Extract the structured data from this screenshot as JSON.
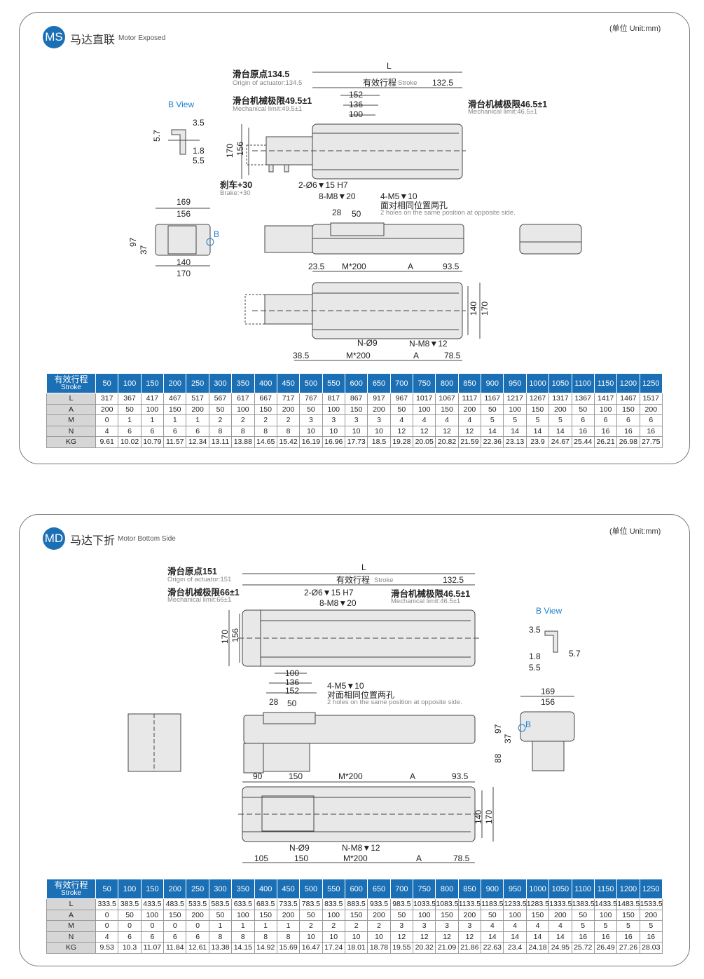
{
  "ms": {
    "badge": "MS",
    "title_cn": "马达直联",
    "title_en": "Motor Exposed",
    "unit": "(单位 Unit:mm)",
    "labels": {
      "L": "L",
      "origin_cn": "滑台原点134.5",
      "origin_en": "Origin of actuator:134.5",
      "stroke_cn": "有效行程",
      "stroke_en": "Stroke",
      "d132_5": "132.5",
      "d152": "152",
      "d136": "136",
      "d100": "100",
      "mech_l_cn": "滑台机械极限49.5±1",
      "mech_l_en": "Mechanical limit:49.5±1",
      "mech_r_cn": "滑台机械极限46.5±1",
      "mech_r_en": "Mechanical limit:46.5±1",
      "bview": "B View",
      "b3_5": "3.5",
      "b5_7": "5.7",
      "b1_8": "1.8",
      "b5_5": "5.5",
      "h170": "170",
      "h156": "156",
      "brake_cn": "刹车+30",
      "brake_en": "Brake:+30",
      "pin": "2-Ø6▼15 H7",
      "m8": "8-M8▼20",
      "m5": "4-M5▼10",
      "opp_cn": "面对相同位置两孔",
      "opp_en": "2 holes on the same position at opposite side.",
      "d28": "28",
      "d50": "50",
      "e169": "169",
      "e156": "156",
      "e97": "97",
      "e37": "37",
      "e140": "140",
      "e170": "170",
      "eB": "B",
      "t23_5": "23.5",
      "tM200": "M*200",
      "tA": "A",
      "t93_5": "93.5",
      "s140": "140",
      "s170": "170",
      "n9": "N-Ø9",
      "nm8": "N-M8▼12",
      "b38_5": "38.5",
      "bM200": "M*200",
      "bA": "A",
      "b78_5": "78.5"
    },
    "table": {
      "header_cn": "有效行程",
      "header_en": "Stroke",
      "strokes": [
        "50",
        "100",
        "150",
        "200",
        "250",
        "300",
        "350",
        "400",
        "450",
        "500",
        "550",
        "600",
        "650",
        "700",
        "750",
        "800",
        "850",
        "900",
        "950",
        "1000",
        "1050",
        "1100",
        "1150",
        "1200",
        "1250"
      ],
      "rows": [
        {
          "label": "L",
          "values": [
            "317",
            "367",
            "417",
            "467",
            "517",
            "567",
            "617",
            "667",
            "717",
            "767",
            "817",
            "867",
            "917",
            "967",
            "1017",
            "1067",
            "1117",
            "1167",
            "1217",
            "1267",
            "1317",
            "1367",
            "1417",
            "1467",
            "1517"
          ]
        },
        {
          "label": "A",
          "values": [
            "200",
            "50",
            "100",
            "150",
            "200",
            "50",
            "100",
            "150",
            "200",
            "50",
            "100",
            "150",
            "200",
            "50",
            "100",
            "150",
            "200",
            "50",
            "100",
            "150",
            "200",
            "50",
            "100",
            "150",
            "200"
          ]
        },
        {
          "label": "M",
          "values": [
            "0",
            "1",
            "1",
            "1",
            "1",
            "2",
            "2",
            "2",
            "2",
            "3",
            "3",
            "3",
            "3",
            "4",
            "4",
            "4",
            "4",
            "5",
            "5",
            "5",
            "5",
            "6",
            "6",
            "6",
            "6"
          ]
        },
        {
          "label": "N",
          "values": [
            "4",
            "6",
            "6",
            "6",
            "6",
            "8",
            "8",
            "8",
            "8",
            "10",
            "10",
            "10",
            "10",
            "12",
            "12",
            "12",
            "12",
            "14",
            "14",
            "14",
            "14",
            "16",
            "16",
            "16",
            "16"
          ]
        },
        {
          "label": "KG",
          "values": [
            "9.61",
            "10.02",
            "10.79",
            "11.57",
            "12.34",
            "13.11",
            "13.88",
            "14.65",
            "15.42",
            "16.19",
            "16.96",
            "17.73",
            "18.5",
            "19.28",
            "20.05",
            "20.82",
            "21.59",
            "22.36",
            "23.13",
            "23.9",
            "24.67",
            "25.44",
            "26.21",
            "26.98",
            "27.75"
          ]
        }
      ]
    }
  },
  "md": {
    "badge": "MD",
    "title_cn": "马达下折",
    "title_en": "Motor Bottom Side",
    "unit": "(单位 Unit:mm)",
    "labels": {
      "L": "L",
      "origin_cn": "滑台原点151",
      "origin_en": "Origin of actuator:151",
      "stroke_cn": "有效行程",
      "stroke_en": "Stroke",
      "d132_5": "132.5",
      "mech_l_cn": "滑台机械极限66±1",
      "mech_l_en": "Mechanical limit:66±1",
      "mech_r_cn": "滑台机械极限46.5±1",
      "mech_r_en": "Mechanical limit:46.5±1",
      "pin": "2-Ø6▼15 H7",
      "m8": "8-M8▼20",
      "h170": "170",
      "h156": "156",
      "d100": "100",
      "d136": "136",
      "d152": "152",
      "m5": "4-M5▼10",
      "opp_cn": "对面相同位置两孔",
      "opp_en": "2 holes on the same position at opposite side.",
      "d28": "28",
      "d50": "50",
      "bview": "B View",
      "b3_5": "3.5",
      "b5_7": "5.7",
      "b1_8": "1.8",
      "b5_5": "5.5",
      "e169": "169",
      "e156": "156",
      "e97": "97",
      "eB": "B",
      "e37": "37",
      "e88": "88",
      "t90": "90",
      "t150": "150",
      "tM200": "M*200",
      "tA": "A",
      "t93_5": "93.5",
      "s140": "140",
      "s170": "170",
      "n9": "N-Ø9",
      "nm8": "N-M8▼12",
      "b105": "105",
      "b150": "150",
      "bM200": "M*200",
      "bA": "A",
      "b78_5": "78.5"
    },
    "table": {
      "header_cn": "有效行程",
      "header_en": "Stroke",
      "strokes": [
        "50",
        "100",
        "150",
        "200",
        "250",
        "300",
        "350",
        "400",
        "450",
        "500",
        "550",
        "600",
        "650",
        "700",
        "750",
        "800",
        "850",
        "900",
        "950",
        "1000",
        "1050",
        "1100",
        "1150",
        "1200",
        "1250"
      ],
      "rows": [
        {
          "label": "L",
          "values": [
            "333.5",
            "383.5",
            "433.5",
            "483.5",
            "533.5",
            "583.5",
            "633.5",
            "683.5",
            "733.5",
            "783.5",
            "833.5",
            "883.5",
            "933.5",
            "983.5",
            "1033.5",
            "1083.5",
            "1133.5",
            "1183.5",
            "1233.5",
            "1283.5",
            "1333.5",
            "1383.5",
            "1433.5",
            "1483.5",
            "1533.5"
          ]
        },
        {
          "label": "A",
          "values": [
            "0",
            "50",
            "100",
            "150",
            "200",
            "50",
            "100",
            "150",
            "200",
            "50",
            "100",
            "150",
            "200",
            "50",
            "100",
            "150",
            "200",
            "50",
            "100",
            "150",
            "200",
            "50",
            "100",
            "150",
            "200"
          ]
        },
        {
          "label": "M",
          "values": [
            "0",
            "0",
            "0",
            "0",
            "0",
            "1",
            "1",
            "1",
            "1",
            "2",
            "2",
            "2",
            "2",
            "3",
            "3",
            "3",
            "3",
            "4",
            "4",
            "4",
            "4",
            "5",
            "5",
            "5",
            "5"
          ]
        },
        {
          "label": "N",
          "values": [
            "4",
            "6",
            "6",
            "6",
            "6",
            "8",
            "8",
            "8",
            "8",
            "10",
            "10",
            "10",
            "10",
            "12",
            "12",
            "12",
            "12",
            "14",
            "14",
            "14",
            "14",
            "16",
            "16",
            "16",
            "16"
          ]
        },
        {
          "label": "KG",
          "values": [
            "9.53",
            "10.3",
            "11.07",
            "11.84",
            "12.61",
            "13.38",
            "14.15",
            "14.92",
            "15.69",
            "16.47",
            "17.24",
            "18.01",
            "18.78",
            "19.55",
            "20.32",
            "21.09",
            "21.86",
            "22.63",
            "23.4",
            "24.18",
            "24.95",
            "25.72",
            "26.49",
            "27.26",
            "28.03"
          ]
        }
      ]
    }
  },
  "colors": {
    "accent": "#1a6fb5",
    "label_col": "#d6d6d6"
  }
}
